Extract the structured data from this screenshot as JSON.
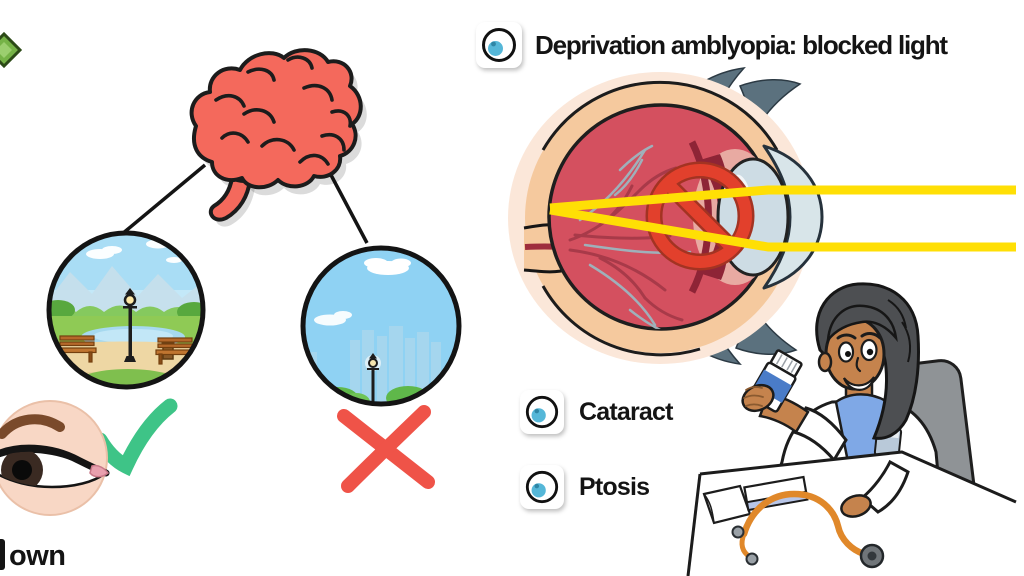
{
  "title": {
    "icon": "eye-icon",
    "label": "Deprivation amblyopia: blocked light"
  },
  "causes": [
    {
      "icon": "eye-icon",
      "label": "Cataract"
    },
    {
      "icon": "eye-icon",
      "label": "Ptosis"
    }
  ],
  "corner": {
    "partial_label": "own"
  },
  "illustration": {
    "left": {
      "brain": "brain-icon",
      "clear_view_circle": "park-scene",
      "blocked_view_circle": "sky-only-scene",
      "clear_verdict": "checkmark-icon",
      "blocked_verdict": "x-icon",
      "eye_closeup": "human-eye-illustration",
      "corner_marker": "green-diamond-icon"
    },
    "right": {
      "diagram": "eye-cross-section",
      "blocked_light": "prohibition-sign-over-lens",
      "light_rays": "yellow-light-rays",
      "doctor": "doctor-with-pill-bottle"
    }
  },
  "colors": {
    "ink": "#141414",
    "check-green": "#3ec487",
    "cross-red": "#ef5348",
    "brain-red": "#f4695c",
    "ray-yellow": "#ffdf05",
    "prohibition-red": "#e2402c",
    "eye-interior-red": "#d4505f",
    "sclera-peach": "#f5c99e",
    "iris-blue": "#55b7d8"
  }
}
